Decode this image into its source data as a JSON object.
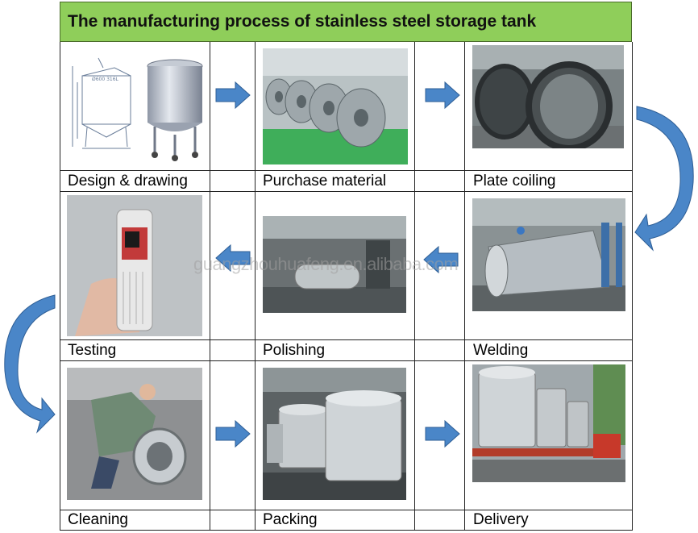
{
  "title": "The manufacturing process of stainless steel storage tank",
  "watermark": "guangzhouhuafeng.en.alibaba.com",
  "steps": [
    {
      "label": "Design & drawing"
    },
    {
      "label": "Purchase material"
    },
    {
      "label": "Plate coiling"
    },
    {
      "label": "Welding"
    },
    {
      "label": "Polishing"
    },
    {
      "label": "Testing"
    },
    {
      "label": "Cleaning"
    },
    {
      "label": "Packing"
    },
    {
      "label": "Delivery"
    }
  ],
  "colors": {
    "title_bg": "#8fce5a",
    "arrow": "#4a86c8",
    "arrow_edge": "#2f5f96"
  }
}
